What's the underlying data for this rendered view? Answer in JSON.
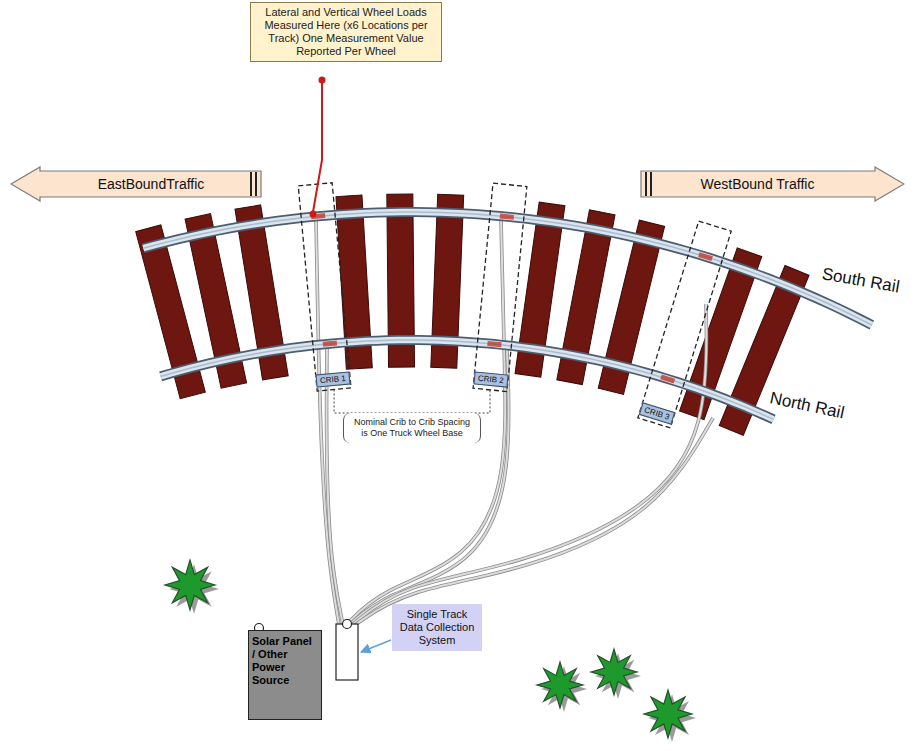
{
  "diagram": {
    "nodes": [
      {
        "text": [
          "Lateral and Vertical Wheel Loads Measured Here (x6 Locations per Track) One Measurement Value Reported Per Wheel"
        ]
      },
      {
        "text": [
          "EastBoundTraffic"
        ]
      },
      {
        "text": [
          "WestBound Traffic"
        ]
      },
      {
        "text": [
          "CRIB 1"
        ]
      },
      {
        "text": [
          "CRIB 2"
        ]
      },
      {
        "text": [
          "CRIB 3"
        ]
      },
      {
        "text": [
          "Nominal Crib to Crib Spacing is One Truck Wheel Base"
        ]
      },
      {
        "text": [
          "Solar Panel / Other Power Source"
        ]
      },
      {
        "text": [
          "Single Track Data Collection System"
        ]
      }
    ],
    "labels": [
      "South Rail",
      "North Rail"
    ]
  }
}
